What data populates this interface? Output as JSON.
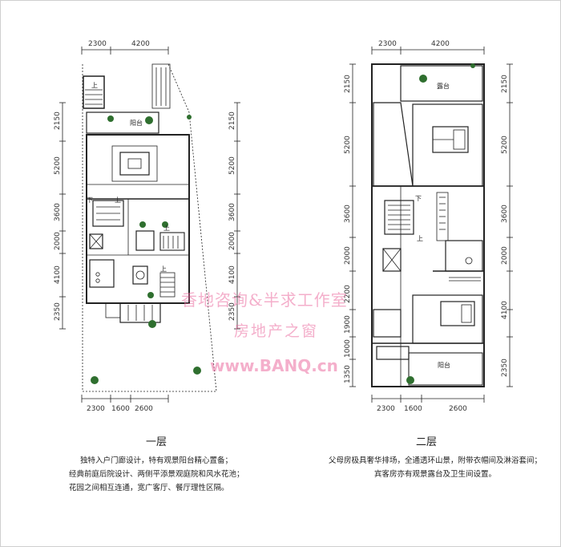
{
  "left_plan": {
    "top_dims": [
      "2300",
      "4200"
    ],
    "bottom_dims": [
      "2300",
      "1600",
      "2600"
    ],
    "left_dims": [
      "2150",
      "5200",
      "3600",
      "2000",
      "4100",
      "2350"
    ],
    "right_dims": [
      "2150",
      "5200",
      "3600",
      "2000",
      "4100",
      "2350"
    ],
    "labels": {
      "balcony": "阳台",
      "up1": "上",
      "up2": "上",
      "up3": "上",
      "up4": "上",
      "down": "下"
    }
  },
  "right_plan": {
    "top_dims": [
      "2300",
      "4200"
    ],
    "bottom_dims": [
      "2300",
      "1600",
      "2600"
    ],
    "left_dims": [
      "2150",
      "5200",
      "3600",
      "2000",
      "2200",
      "1900",
      "1000",
      "1350"
    ],
    "right_dims": [
      "2150",
      "5200",
      "3600",
      "2000",
      "4100",
      "2350"
    ],
    "labels": {
      "terrace": "露台",
      "balcony": "阳台",
      "up": "上",
      "down": "下"
    }
  },
  "first_floor": {
    "title": "一层",
    "lines": [
      "独特入户门廊设计，特有观景阳台精心置备；",
      "经典前庭后院设计、两侧平添景观庭院和风水花池；",
      "花园之间相互连通，宽广客厅、餐厅理性区隔。"
    ]
  },
  "second_floor": {
    "title": "二层",
    "lines": [
      "父母房极具奢华排场，全通透环山景，附带衣帽间及淋浴套间；",
      "宾客房亦有观景露台及卫生间设置。"
    ]
  },
  "watermark": {
    "line1": "香地咨询&半求工作室",
    "line2": "房地产之窗",
    "line3": "www.BANQ.cn"
  },
  "colors": {
    "line": "#222222",
    "watermark": "#eb6ea0",
    "plant": "#2f6f2f"
  }
}
